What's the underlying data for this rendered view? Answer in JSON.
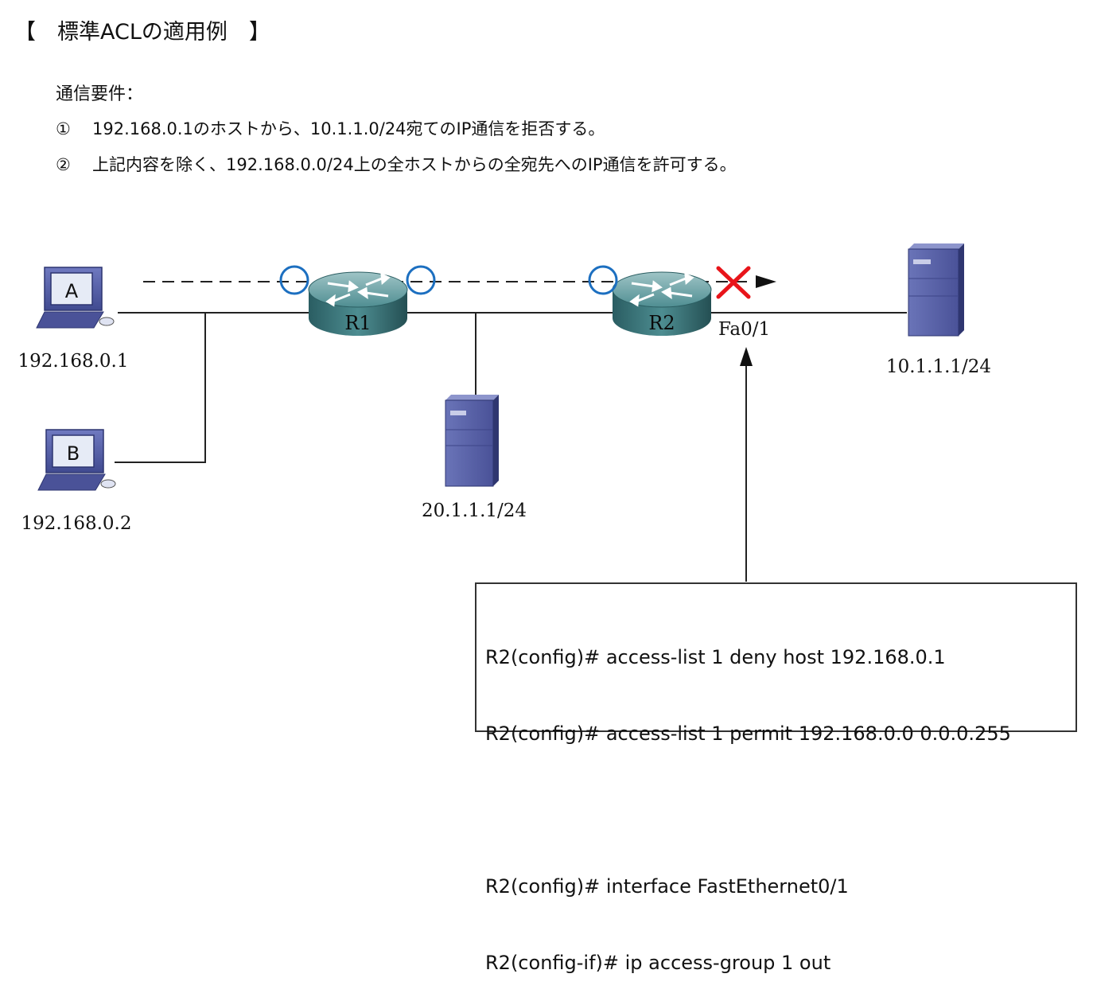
{
  "title": "【　標準ACLの適用例　】",
  "requirements": {
    "heading": "通信要件：",
    "items": [
      {
        "num": "①",
        "text": "192.168.0.1のホストから、10.1.1.0/24宛てのIP通信を拒否する。"
      },
      {
        "num": "②",
        "text": "上記内容を除く、192.168.0.0/24上の全ホストからの全宛先へのIP通信を許可する。"
      }
    ]
  },
  "diagram": {
    "pc_a": {
      "letter": "A",
      "ip": "192.168.0.1"
    },
    "pc_b": {
      "letter": "B",
      "ip": "192.168.0.2"
    },
    "router_1": {
      "label": "R1"
    },
    "router_2": {
      "label": "R2",
      "interface": "Fa0/1"
    },
    "server_middle": {
      "ip": "20.1.1.1/24"
    },
    "server_right": {
      "ip": "10.1.1.1/24"
    }
  },
  "config": {
    "lines": [
      "R2(config)# access-list 1 deny host 192.168.0.1",
      "R2(config)# access-list 1 permit 192.168.0.0 0.0.0.255",
      "",
      "R2(config)# interface FastEthernet0/1",
      "R2(config-if)# ip access-group 1 out"
    ]
  },
  "colors": {
    "marker_circle": "#1c6fc0",
    "deny_cross": "#e8141a",
    "router_body": "#2f6f74",
    "device_blue": "#5a64a8"
  }
}
